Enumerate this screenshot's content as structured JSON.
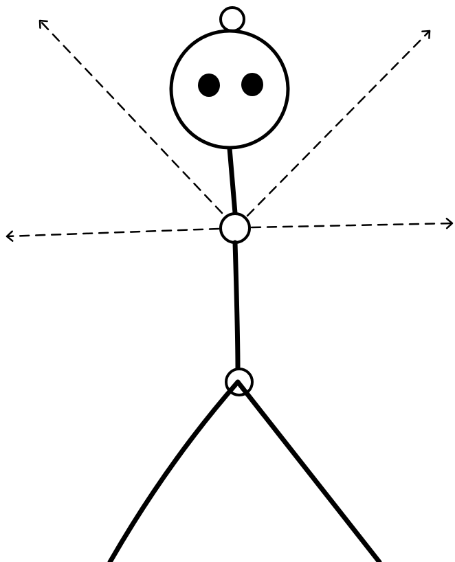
{
  "figure": {
    "type": "stick-figure-diagram",
    "colors": {
      "background": "#ffffff",
      "ink": "#000000"
    },
    "parts": [
      "head",
      "eyes",
      "top-joint",
      "neck",
      "shoulder-joint",
      "torso",
      "hip-joint",
      "legs",
      "arrows"
    ],
    "arrows": [
      "up-left",
      "up-right",
      "left",
      "right"
    ],
    "line_styles": {
      "body": "solid",
      "arrows": "dashed"
    }
  }
}
